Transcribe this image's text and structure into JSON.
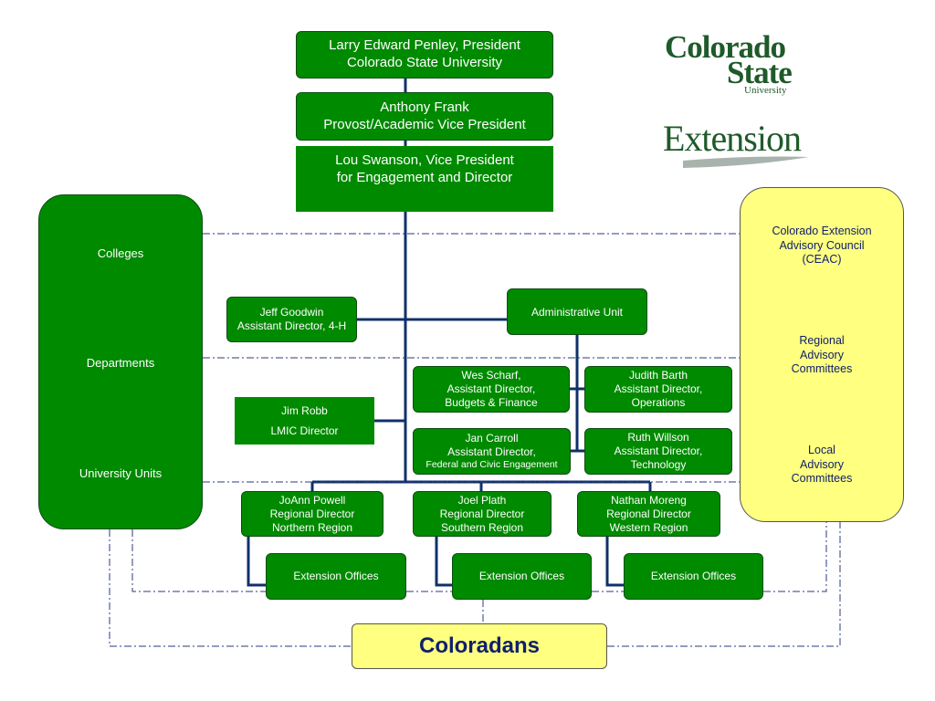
{
  "top": {
    "president_name": "Larry Edward Penley, President",
    "president_org": "Colorado State University",
    "provost_name": "Anthony Frank",
    "provost_title": "Provost/Academic Vice President",
    "vp_line1": "Lou Swanson, Vice President",
    "vp_line2": "for Engagement and Director"
  },
  "left_panel": {
    "item1": "Colleges",
    "item2": "Departments",
    "item3": "University Units"
  },
  "right_panel": {
    "ceac_line1": "Colorado Extension",
    "ceac_line2": "Advisory Council",
    "ceac_line3": "(CEAC)",
    "regional_line1": "Regional",
    "regional_line2": "Advisory",
    "regional_line3": "Committees",
    "local_line1": "Local",
    "local_line2": "Advisory",
    "local_line3": "Committees"
  },
  "jeff": {
    "name": "Jeff  Goodwin",
    "title": "Assistant Director, 4-H"
  },
  "admin_unit": "Administrative Unit",
  "jim": {
    "name": "Jim Robb",
    "title": "LMIC Director"
  },
  "wes": {
    "name": "Wes Scharf,",
    "title1": "Assistant Director,",
    "title2": "Budgets & Finance"
  },
  "judith": {
    "name": "Judith Barth",
    "title1": "Assistant  Director,",
    "title2": "Operations"
  },
  "jan": {
    "name": "Jan Carroll",
    "title1": "Assistant Director,",
    "title2": "Federal and Civic Engagement"
  },
  "ruth": {
    "name": "Ruth Willson",
    "title1": "Assistant Director,",
    "title2": "Technology"
  },
  "regions": [
    {
      "name": "JoAnn Powell",
      "title": "Regional Director",
      "region": "Northern Region"
    },
    {
      "name": "Joel Plath",
      "title": "Regional Director",
      "region": "Southern Region"
    },
    {
      "name": "Nathan Moreng",
      "title": "Regional Director",
      "region": "Western Region"
    }
  ],
  "extension_offices": "Extension Offices",
  "coloradans": "Coloradans",
  "logos": {
    "csu_line1": "Colorado",
    "csu_line2": "State",
    "csu_line3": "University",
    "extension": "Extension"
  },
  "colors": {
    "green": "#008a00",
    "yellow": "#ffff80",
    "navy": "#10206b"
  }
}
